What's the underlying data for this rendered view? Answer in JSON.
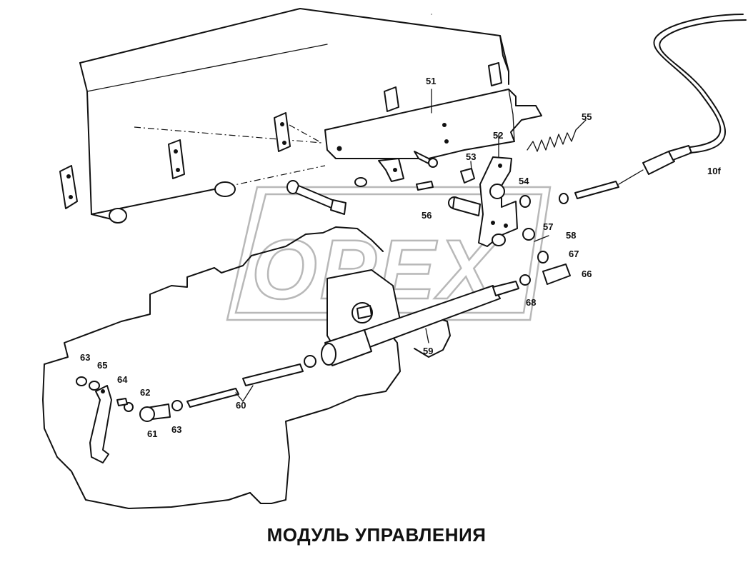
{
  "caption": "МОДУЛЬ УПРАВЛЕНИЯ",
  "callouts": {
    "c51": "51",
    "c52": "52",
    "c53": "53",
    "c54": "54",
    "c55": "55",
    "c56": "56",
    "c57": "57",
    "c58": "58",
    "c59": "59",
    "c60": "60",
    "c61": "61",
    "c62": "62",
    "c63a": "63",
    "c63b": "63",
    "c64": "64",
    "c65": "65",
    "c66": "66",
    "c67": "67",
    "c68": "68",
    "c10f": "10f"
  },
  "watermark": "OPEX",
  "colors": {
    "ink": "#111111",
    "watermark": "#b8b8b8",
    "paper": "#ffffff"
  }
}
